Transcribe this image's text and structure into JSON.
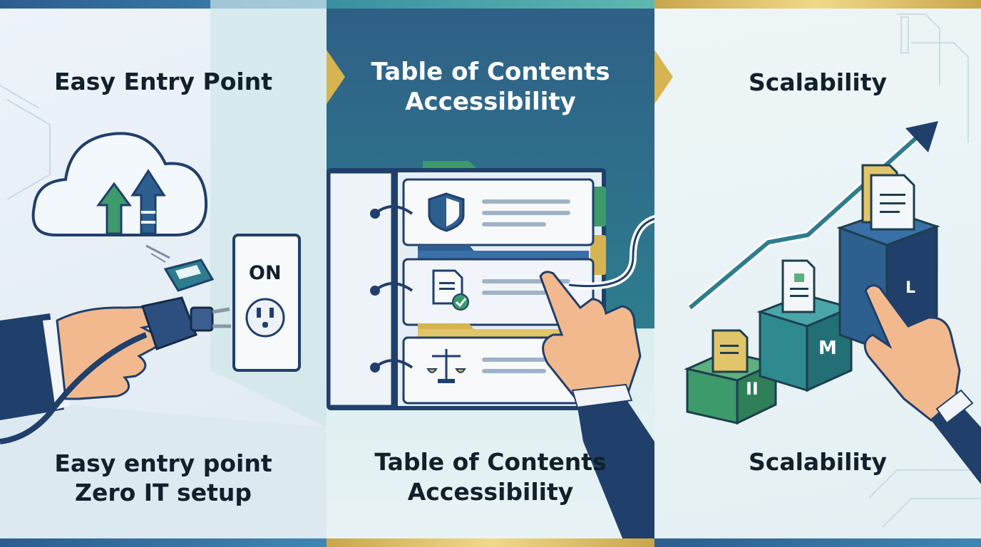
{
  "panels": [
    {
      "title": "Easy Entry Point",
      "caption_line1": "Easy entry point",
      "caption_line2": "Zero IT setup",
      "outlet_label": "ON"
    },
    {
      "title_line1": "Table of Contents",
      "title_line2": "Accessibility",
      "caption_line1": "Table of Contents",
      "caption_line2": "Accessibility"
    },
    {
      "title": "Scalability",
      "caption": "Scalability",
      "box_labels": [
        "II",
        "M",
        "L"
      ]
    }
  ],
  "colors": {
    "navy": "#203f6b",
    "teal": "#2e8a8f",
    "green": "#3d9a6b",
    "gold": "#d6b451",
    "skin": "#f2b98f"
  },
  "icons": [
    "cloud-upload-icon",
    "usb-drive-icon",
    "plug-icon",
    "outlet-icon",
    "shield-icon",
    "document-check-icon",
    "scales-icon",
    "growth-arrow-icon",
    "document-icon"
  ]
}
